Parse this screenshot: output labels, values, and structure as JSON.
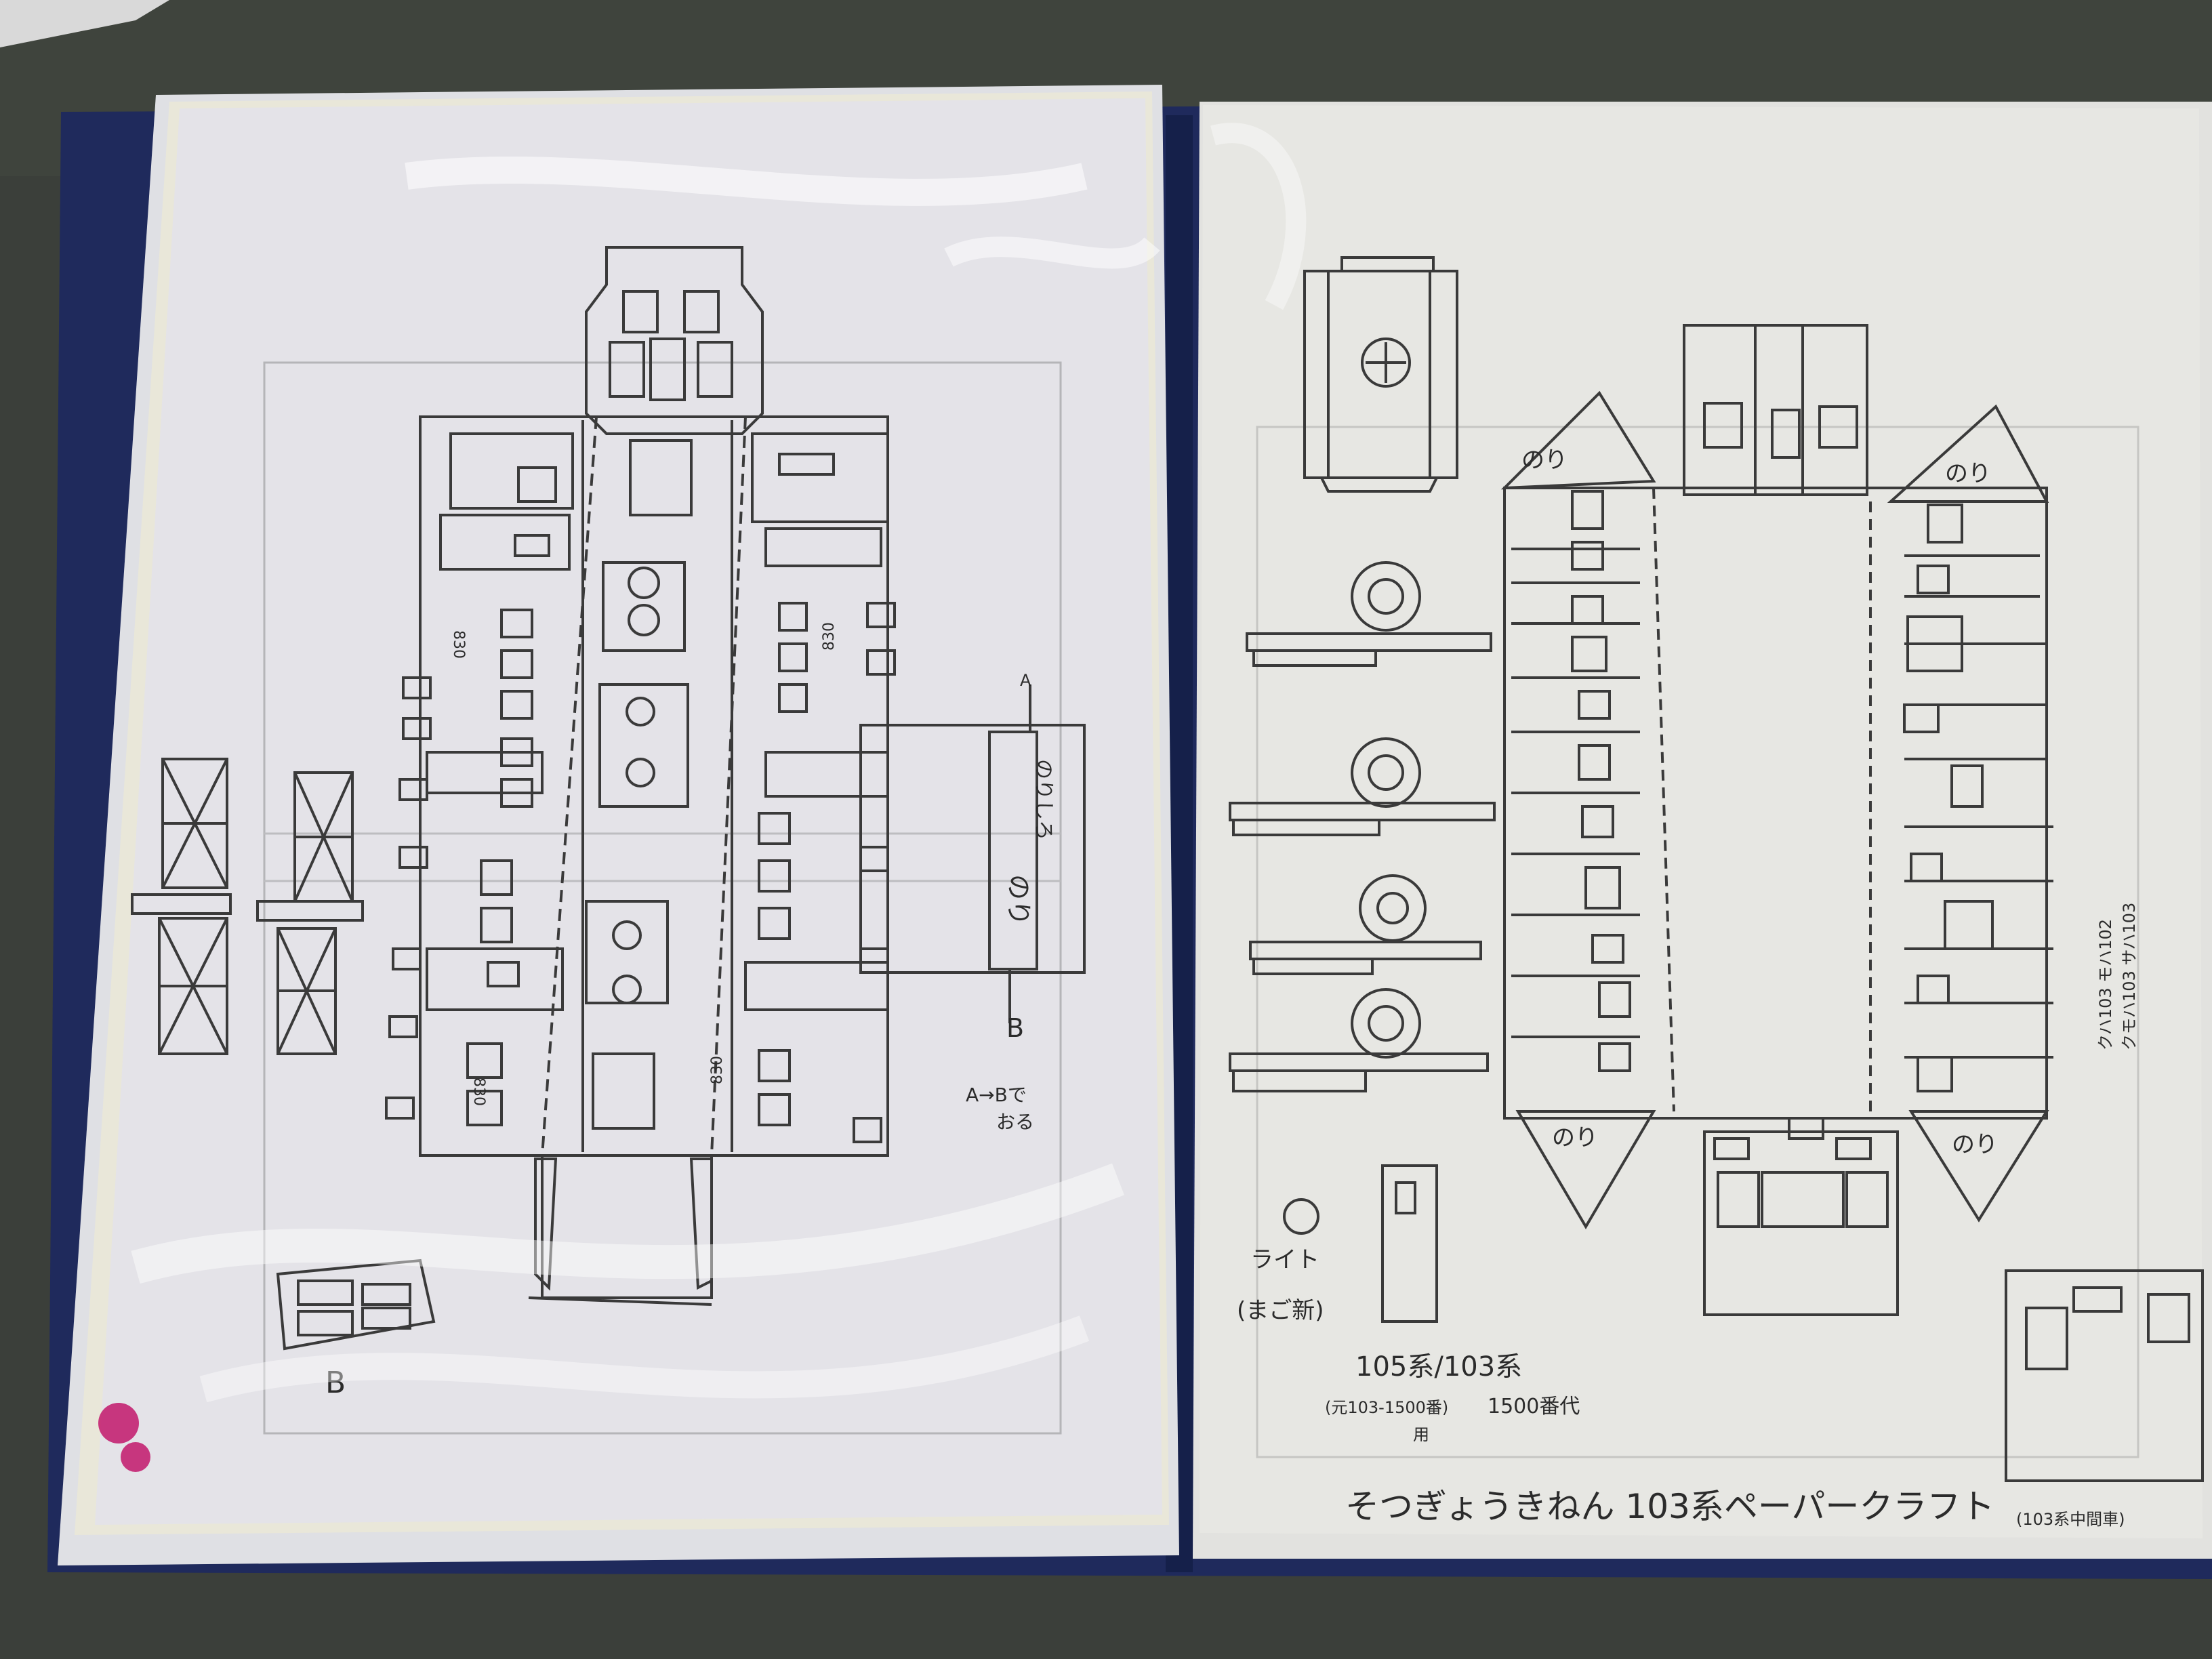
{
  "left_page": {
    "label_B_bottom": "B",
    "label_B_side": "B",
    "label_A": "A",
    "note_ab": "A→Bで",
    "note_ab_2": "おる",
    "glue_labels": [
      "のりしろ",
      "のり"
    ],
    "digits_1": "830",
    "digits_2": "830",
    "digits_3": "830",
    "digits_4": "830"
  },
  "right_page": {
    "glue_labels": [
      "のり",
      "のり",
      "のり",
      "のり"
    ],
    "light_label": "ライト",
    "light_note": "(まご新)",
    "series_title": "105系/103系",
    "series_note_1": "(元103-1500番)",
    "series_note_2": "用",
    "series_suffix": "1500番代",
    "footer_title": "そつぎょうきねん 103系ペーパークラフト",
    "footer_note": "(103系中間車)",
    "side_note_1": "クハ103 モハ102",
    "side_note_2": "クモハ103 サハ103"
  },
  "colors": {
    "background": "#3b3f3a",
    "binder": "#1f2a5c",
    "paper_left": "#e4e3e6",
    "paper_right": "#e6e6e3",
    "pencil": "#2b2b2b"
  }
}
